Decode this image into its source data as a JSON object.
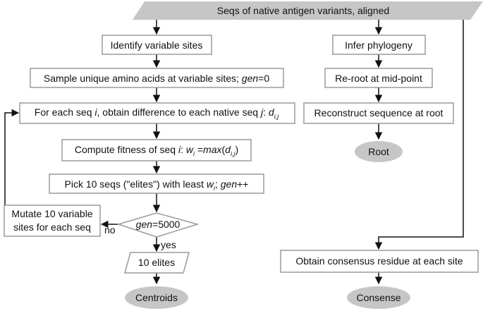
{
  "header": {
    "title": "Seqs of native antigen variants, aligned"
  },
  "left_column": {
    "identify": "Identify variable sites",
    "sample_pre": "Sample unique amino acids at variable sites; ",
    "sample_gen": "gen",
    "sample_post": "=0",
    "foreach_pre": "For each seq ",
    "foreach_i": "i",
    "foreach_mid": ", obtain difference to each native seq ",
    "foreach_j": "j",
    "foreach_colon": ": ",
    "foreach_d": "d",
    "foreach_sub": "i,j",
    "fitness_pre": "Compute fitness of seq ",
    "fitness_i": "i",
    "fitness_colon": ": ",
    "fitness_w": "w",
    "fitness_wsub": "i",
    "fitness_eq": " =",
    "fitness_max": "max",
    "fitness_open": "(",
    "fitness_d": "d",
    "fitness_dsub": "i,j",
    "fitness_close": ")",
    "pick_pre": "Pick 10 seqs (\"elites\") with least ",
    "pick_w": "w",
    "pick_wsub": "i",
    "pick_semi": ";  ",
    "pick_gen": "gen",
    "pick_post": "++",
    "decision_gen": "gen",
    "decision_post": "=5000",
    "no_label": "no",
    "yes_label": "yes",
    "mutate_line1": "Mutate 10 variable",
    "mutate_line2": "sites for each seq",
    "elites": "10 elites",
    "centroids": "Centroids"
  },
  "middle_column": {
    "phylogeny": "Infer phylogeny",
    "reroot": "Re-root at mid-point",
    "reconstruct": "Reconstruct sequence at root",
    "root": "Root"
  },
  "right_column": {
    "consensus": "Obtain consensus residue at each site",
    "consense": "Consense"
  }
}
